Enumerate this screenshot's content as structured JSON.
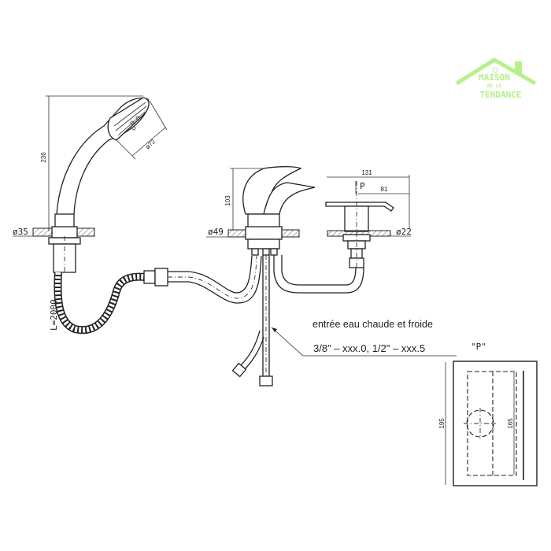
{
  "logo": {
    "line1": "MAISON",
    "line2": "DE LA",
    "line3": "TENDANCE",
    "color": "#b6f08a"
  },
  "shower": {
    "height_dim": "236",
    "head_dim": "ø72",
    "mount_dim": "ø35",
    "hose_length": "L=2000"
  },
  "mixer": {
    "height_dim": "103",
    "mount_dim": "ø49"
  },
  "diverter": {
    "width_dim": "131",
    "offset_dim": "81",
    "marker": "P",
    "mount_dim": "ø22"
  },
  "inlet": {
    "note": "entrée eau chaude et froide",
    "spec": "3/8\"  –  xxx.0,  1/2\"  –  xxx.5"
  },
  "detail_p": {
    "title": "\"P\"",
    "outer_dim": "195",
    "inner_dim": "165"
  }
}
